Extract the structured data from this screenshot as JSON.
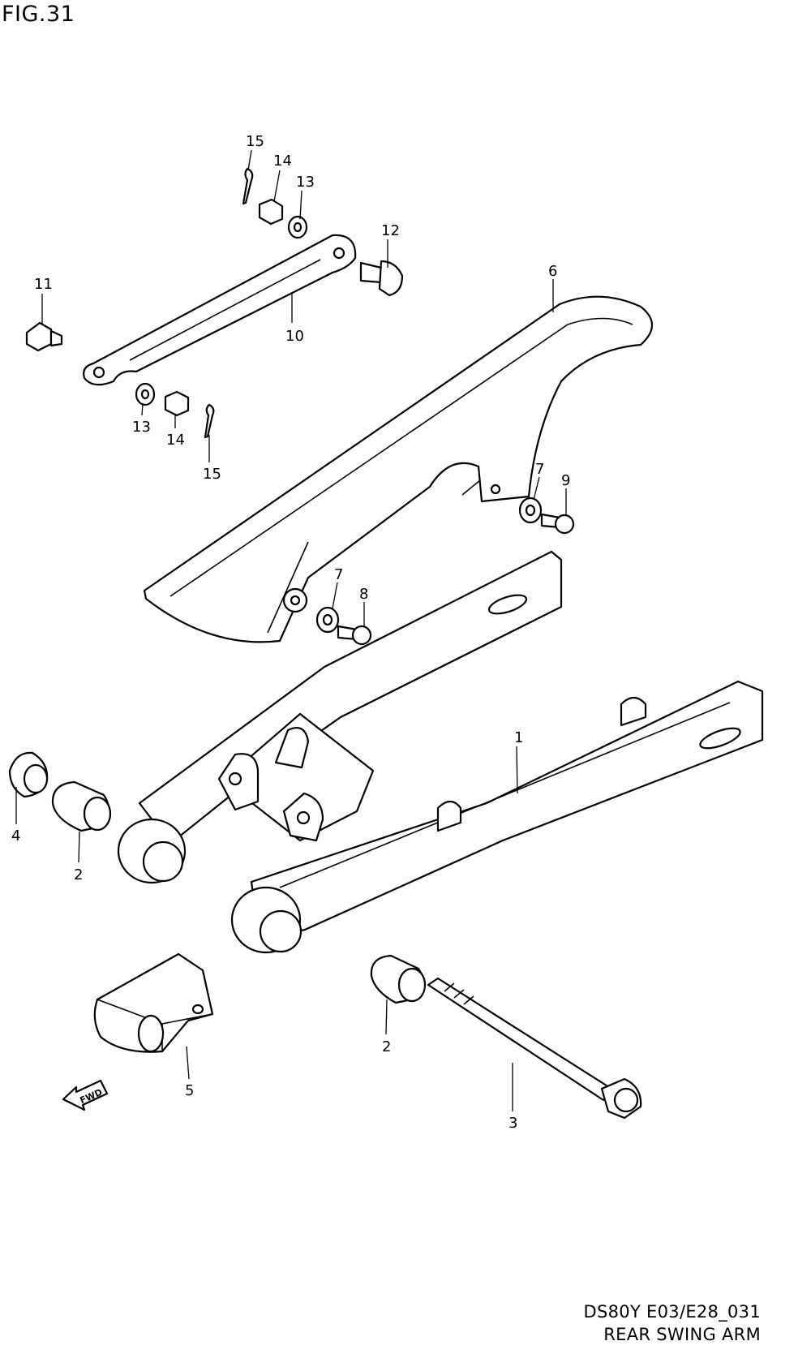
{
  "figure": {
    "title": "FIG.31",
    "code": "DS80Y E03/E28_031",
    "name": "REAR SWING ARM",
    "fwd_arrow_label": "FWD"
  },
  "callouts": [
    {
      "id": "c15a",
      "label": "15"
    },
    {
      "id": "c14a",
      "label": "14"
    },
    {
      "id": "c13a",
      "label": "13"
    },
    {
      "id": "c12",
      "label": "12"
    },
    {
      "id": "c11",
      "label": "11"
    },
    {
      "id": "c10",
      "label": "10"
    },
    {
      "id": "c6",
      "label": "6"
    },
    {
      "id": "c13b",
      "label": "13"
    },
    {
      "id": "c14b",
      "label": "14"
    },
    {
      "id": "c15b",
      "label": "15"
    },
    {
      "id": "c7a",
      "label": "7"
    },
    {
      "id": "c9",
      "label": "9"
    },
    {
      "id": "c7b",
      "label": "7"
    },
    {
      "id": "c8",
      "label": "8"
    },
    {
      "id": "c1",
      "label": "1"
    },
    {
      "id": "c4",
      "label": "4"
    },
    {
      "id": "c2a",
      "label": "2"
    },
    {
      "id": "c2b",
      "label": "2"
    },
    {
      "id": "c5",
      "label": "5"
    },
    {
      "id": "c3",
      "label": "3"
    }
  ]
}
